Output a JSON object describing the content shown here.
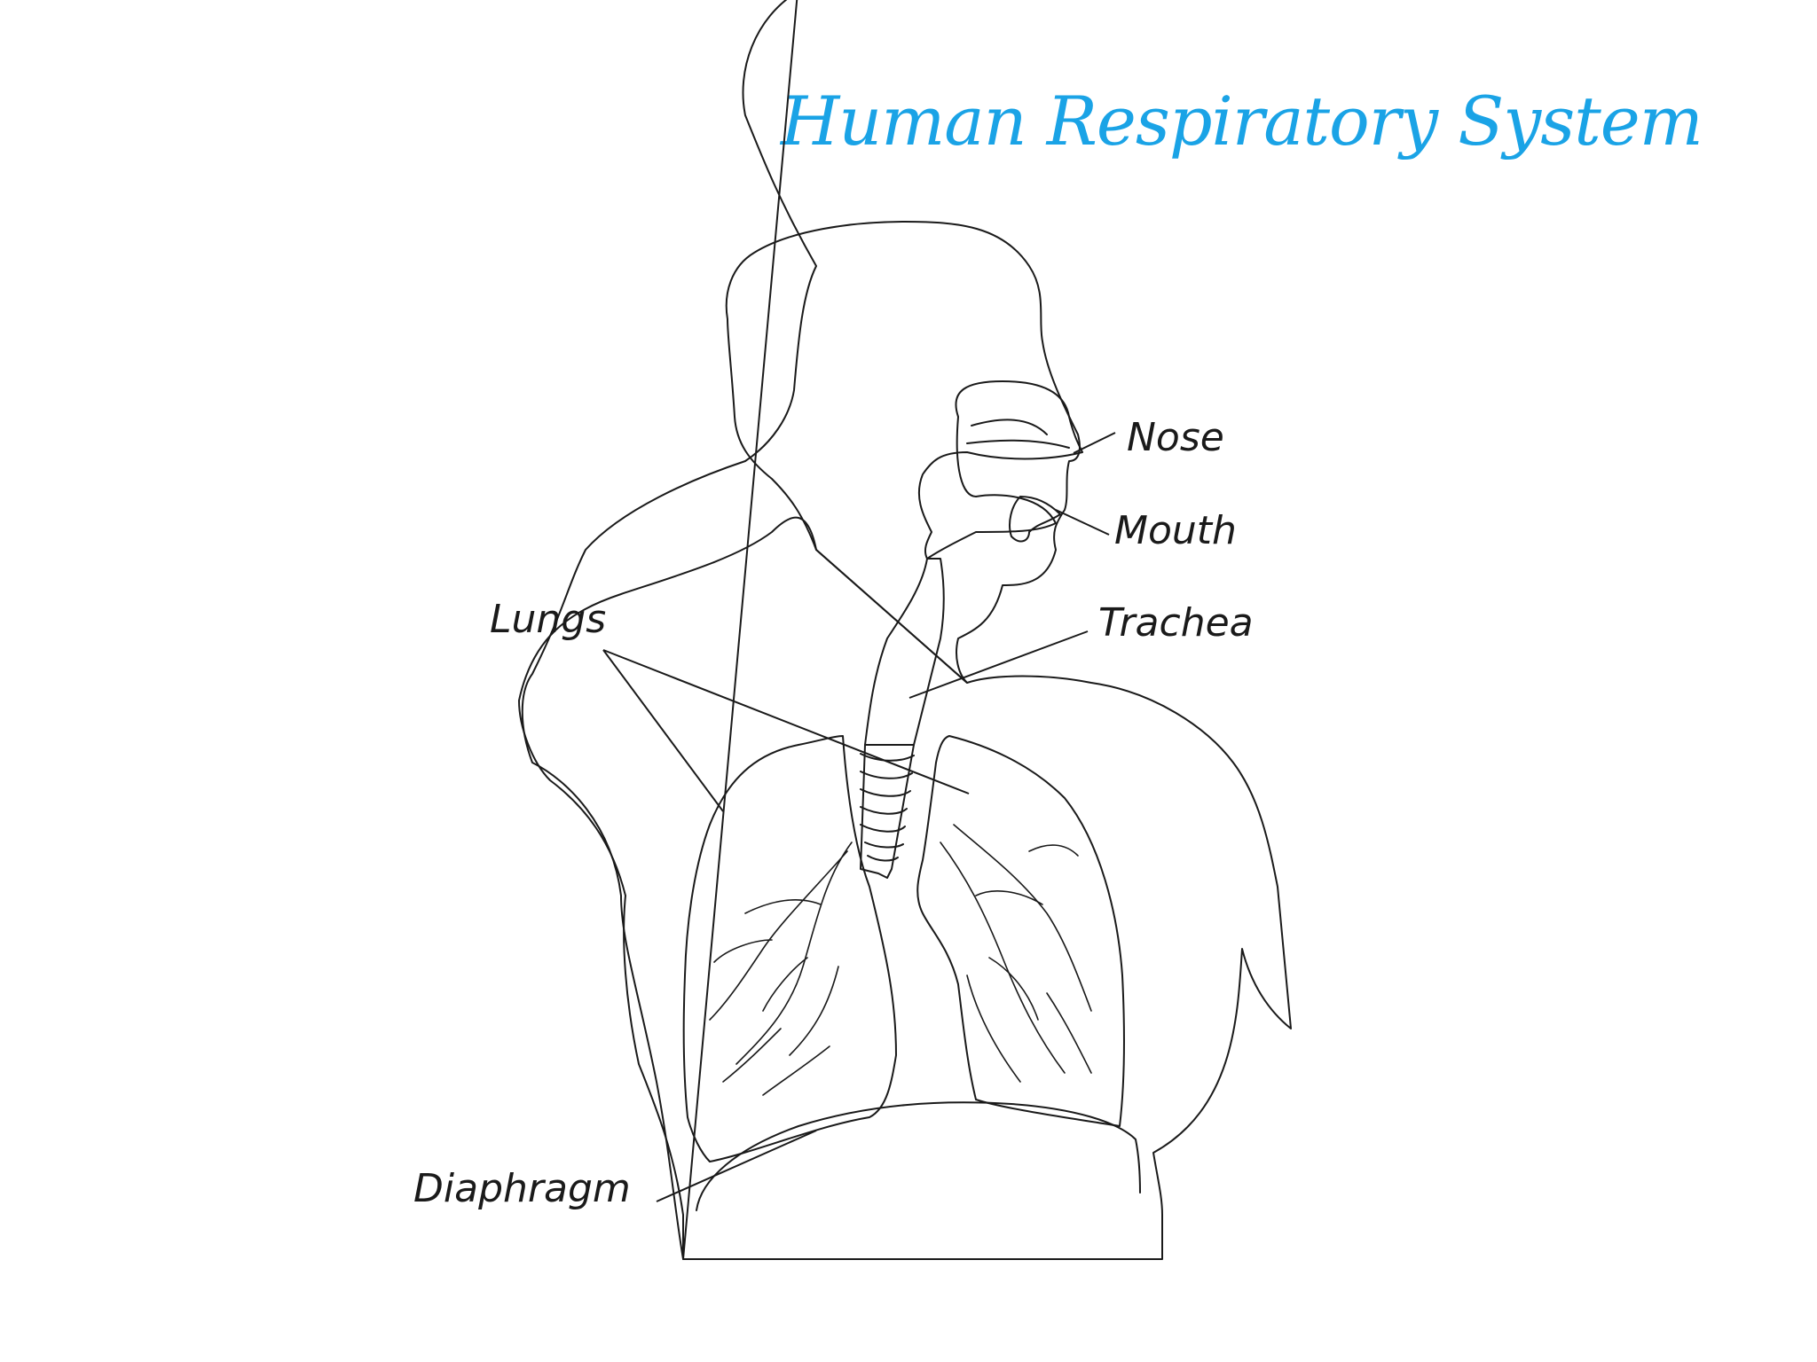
{
  "title": "Human Respiratory System",
  "labels": {
    "nose": "Nose",
    "mouth": "Mouth",
    "trachea": "Trachea",
    "lungs": "Lungs",
    "diaphragm": "Diaphragm"
  },
  "colors": {
    "title": "#1aa3e6",
    "skin": "#fde8dc",
    "lung": "#f4a6a0",
    "lung_core": "#ee7f75",
    "nasal": "#f6dfae",
    "outline": "#1a1a1a"
  }
}
